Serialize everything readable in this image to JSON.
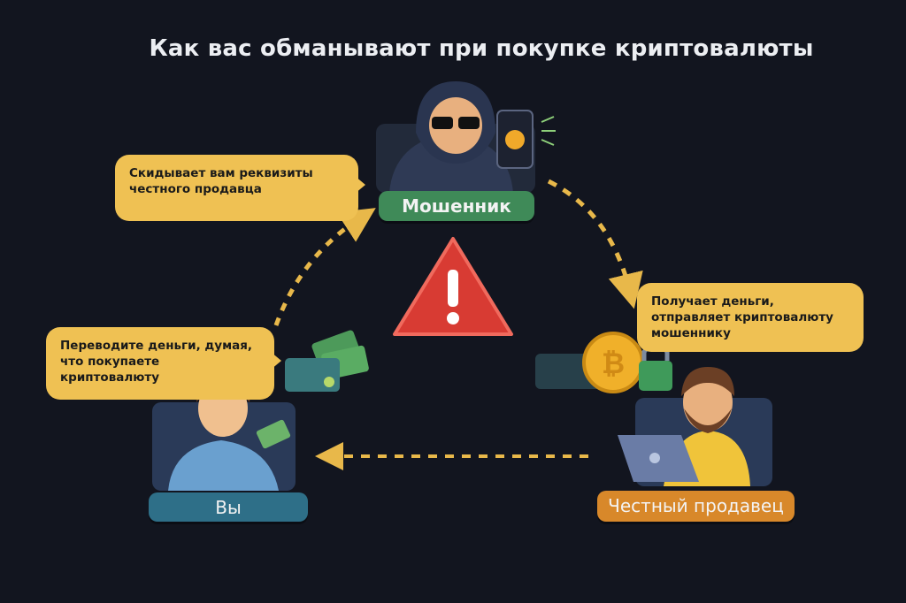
{
  "title": "Как вас обманывают при покупке криптовалюты",
  "roles": {
    "fraudster": "Мошенник",
    "you": "Вы",
    "seller": "Честный продавец"
  },
  "bubbles": {
    "step1": "Скидывает вам реквизиты честного продавца",
    "step2": "Переводите деньги, думая, что покупаете криптовалюту",
    "step3": "Получает деньги, отправляет криптовалюту мошеннику"
  },
  "colors": {
    "background": "#12151f",
    "bubble": "#efc153",
    "fraudster": "#3f8a58",
    "you": "#2e6f88",
    "seller": "#d8882a",
    "warning": "#d83b33",
    "arrow": "#e8b84a"
  }
}
